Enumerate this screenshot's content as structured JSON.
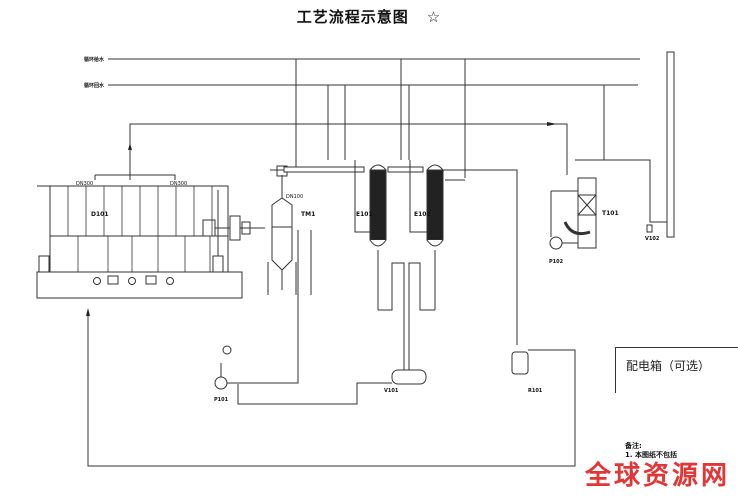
{
  "title": "工艺流程示意图",
  "title_symbol": "☆",
  "pipe_labels": {
    "water_supply": "循环给水",
    "water_return": "循环回水"
  },
  "equipment": {
    "dryer": "D101",
    "dryer_outlet_left": "DN300",
    "dryer_outlet_right": "DN300",
    "cyclone": "TM1",
    "cyclone_nozzle": "DN100",
    "condenser_1": "E101",
    "condenser_2": "E102",
    "scrubber": "T101",
    "scrubber_pump": "P102",
    "feed_pump": "P101",
    "receiver_tank": "V101",
    "dosing_tank": "R101",
    "stack_drain": "V102"
  },
  "electrical_panel": "配电箱（可选）",
  "notes": {
    "heading": "备注:",
    "line1": "1. 本图纸不包括"
  },
  "watermark": "全球资源网",
  "colors": {
    "line": "#333333",
    "watermark": "#e02525"
  }
}
